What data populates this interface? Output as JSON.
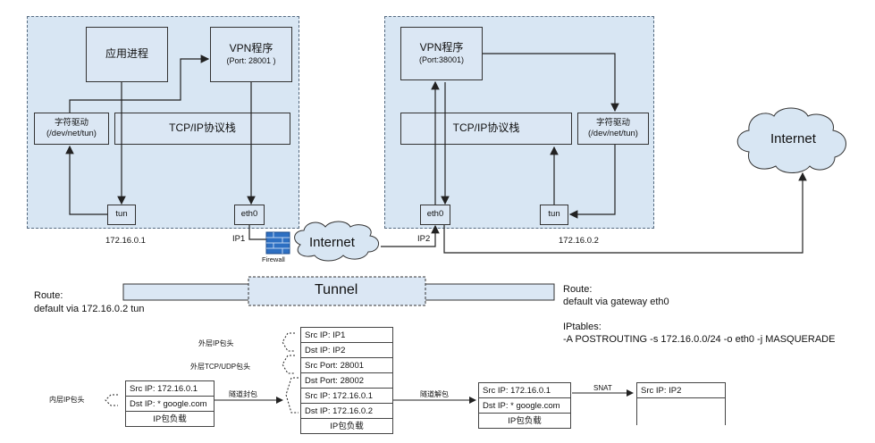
{
  "left_host": {
    "app_process": "应用进程",
    "vpn_title": "VPN程序",
    "vpn_port": "(Port: 28001 )",
    "char_driver_title": "字符驱动",
    "char_driver_path": "(/dev/net/tun)",
    "tcpip_stack": "TCP/IP协议栈",
    "tun": "tun",
    "eth0": "eth0",
    "tun_ip": "172.16.0.1",
    "eth_label": "IP1",
    "route_title": "Route:",
    "route_rule": "default  via  172.16.0.2  tun"
  },
  "right_host": {
    "vpn_title": "VPN程序",
    "vpn_port": "(Port:38001)",
    "char_driver_title": "字符驱动",
    "char_driver_path": "(/dev/net/tun)",
    "tcpip_stack": "TCP/IP协议栈",
    "eth0": "eth0",
    "tun": "tun",
    "tun_ip": "172.16.0.2",
    "eth_label": "IP2",
    "route_title": "Route:",
    "route_rule": "default  via gateway eth0",
    "iptables_title": "IPtables:",
    "iptables_rule": "-A POSTROUTING -s 172.16.0.0/24 -o eth0 -j MASQUERADE"
  },
  "network": {
    "firewall": "Firewall",
    "internet_mid": "Internet",
    "internet_right": "Internet",
    "tunnel": "Tunnel"
  },
  "packets": {
    "inner_header_label": "内层IP包头",
    "outer_ip_label": "外层IP包头",
    "outer_tcpudp_label": "外层TCP/UDP包头",
    "encap_label": "隧道封包",
    "decap_label": "隧道解包",
    "snat_label": "SNAT",
    "inner_packet": [
      "Src IP: 172.16.0.1",
      "Dst IP: * google.com",
      "IP包负载"
    ],
    "tunnel_packet": [
      "Src IP: IP1",
      "Dst IP: IP2",
      "Src Port: 28001",
      "Dst Port: 28002",
      "Src IP: 172.16.0.1",
      "Dst IP: 172.16.0.2",
      "IP包负载"
    ],
    "decap_packet": [
      "Src IP: 172.16.0.1",
      "Dst IP: * google.com",
      "IP包负载"
    ],
    "snat_packet": [
      "Src IP: IP2"
    ]
  }
}
